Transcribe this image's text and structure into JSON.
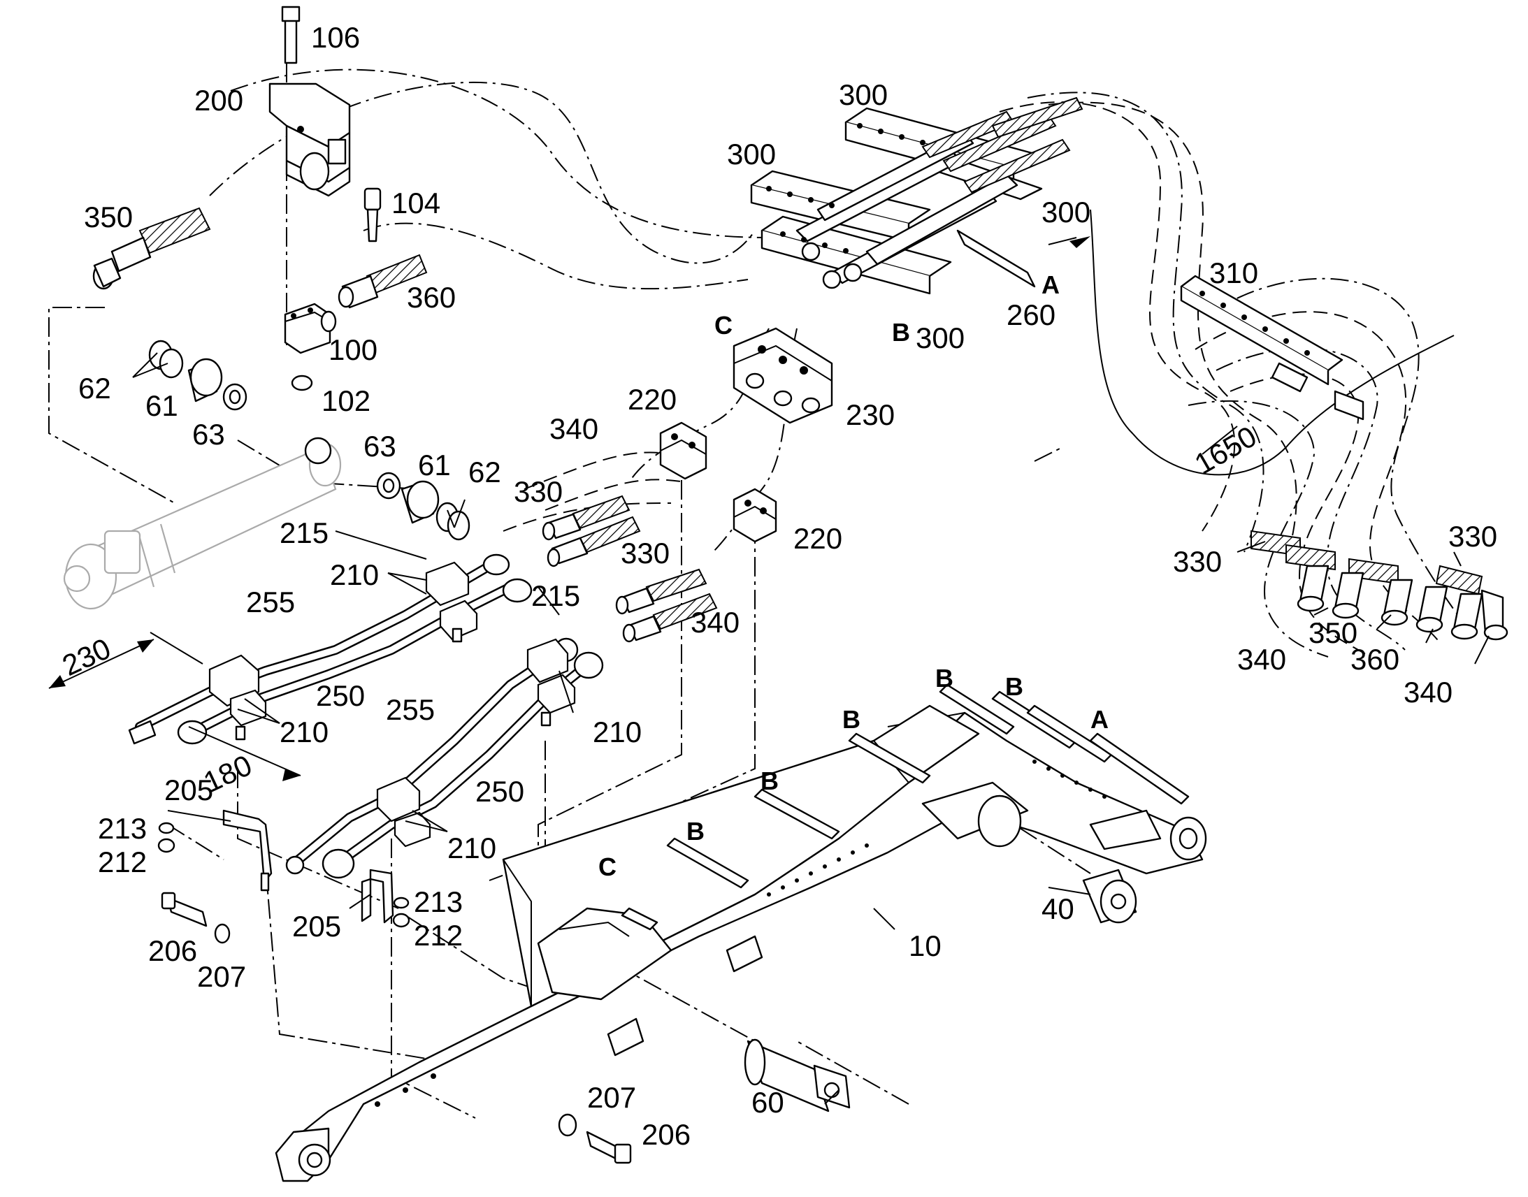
{
  "callouts": {
    "p106": "106",
    "p200": "200",
    "p104": "104",
    "p350a": "350",
    "p360a": "360",
    "p100": "100",
    "p102": "102",
    "p62a": "62",
    "p61a": "61",
    "p63a": "63",
    "p63b": "63",
    "p61b": "61",
    "p62b": "62",
    "p300a": "300",
    "p300b": "300",
    "p300c": "300",
    "p300d": "300",
    "p260": "260",
    "p310": "310",
    "p1650": "1650",
    "p220a": "220",
    "p220b": "220",
    "p230a": "230",
    "p340a": "340",
    "p330a": "330",
    "p330b": "330",
    "p340b": "340",
    "p215a": "215",
    "p215b": "215",
    "p210a": "210",
    "p210b": "210",
    "p210c": "210",
    "p210d": "210",
    "p255a": "255",
    "p255b": "255",
    "p250a": "250",
    "p250b": "250",
    "dim230": "230",
    "dim180": "180",
    "p205a": "205",
    "p205b": "205",
    "p213a": "213",
    "p213b": "213",
    "p212a": "212",
    "p212b": "212",
    "p206a": "206",
    "p206b": "206",
    "p207a": "207",
    "p207b": "207",
    "p330c": "330",
    "p330d": "330",
    "p340c": "340",
    "p350b": "350",
    "p360b": "360",
    "p340d": "340",
    "p40": "40",
    "p10": "10",
    "p60": "60"
  },
  "section_marks": {
    "a1": "A",
    "b1": "B",
    "c1": "C",
    "b2": "B",
    "b3": "B",
    "b4": "B",
    "b5": "B",
    "b6": "B",
    "a2": "A",
    "c2": "C"
  }
}
